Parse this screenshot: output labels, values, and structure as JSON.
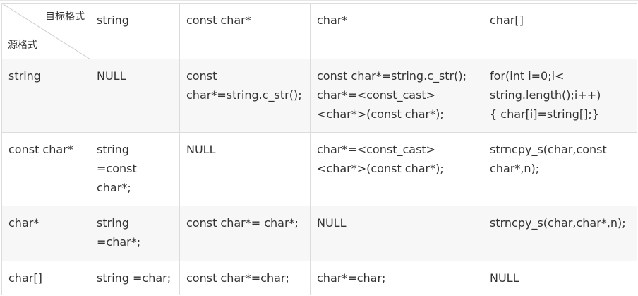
{
  "header": {
    "target_label": "目标格式",
    "source_label": "源格式",
    "columns": [
      "string",
      "const char*",
      "char*",
      "char[]"
    ]
  },
  "rows": [
    {
      "source": "string",
      "cells": [
        [
          "NULL"
        ],
        [
          "const",
          "char*=string.c_str();"
        ],
        [
          "const char*=string.c_str();",
          "char*=<const_cast>",
          "<char*>(const char*);"
        ],
        [
          "for(int i=0;i<",
          "string.length();i++)",
          "{ char[i]=string[];}"
        ]
      ]
    },
    {
      "source": "const char*",
      "cells": [
        [
          "string",
          "=const",
          "char*;"
        ],
        [
          "NULL"
        ],
        [
          "char*=<const_cast>",
          "<char*>(const char*);"
        ],
        [
          "strncpy_s(char,const",
          "char*,n);"
        ]
      ]
    },
    {
      "source": "char*",
      "cells": [
        [
          "string",
          "=char*;"
        ],
        [
          "const char*= char*;"
        ],
        [
          "NULL"
        ],
        [
          "strncpy_s(char,char*,n);"
        ]
      ]
    },
    {
      "source": "char[]",
      "cells": [
        [
          "string =char;"
        ],
        [
          "const char*=char;"
        ],
        [
          "char*=char;"
        ],
        [
          "NULL"
        ]
      ]
    }
  ]
}
